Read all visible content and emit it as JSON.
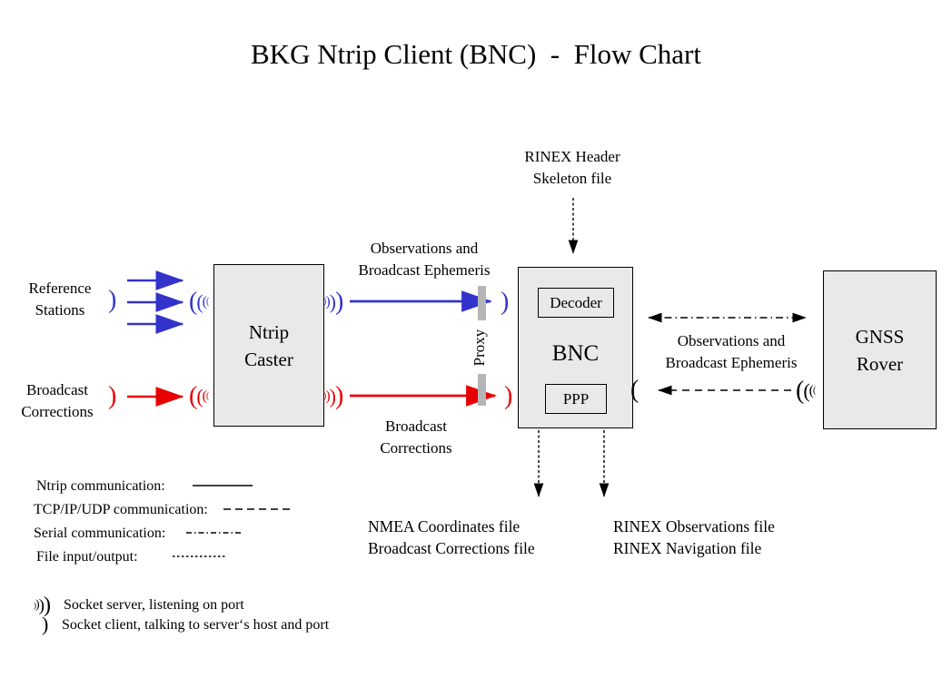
{
  "title": "BKG Ntrip Client (BNC)  -  Flow Chart",
  "nodes": {
    "caster": {
      "line1": "Ntrip",
      "line2": "Caster"
    },
    "bnc": {
      "label": "BNC",
      "decoder": "Decoder",
      "ppp": "PPP"
    },
    "rover": {
      "line1": "GNSS",
      "line2": "Rover"
    }
  },
  "labels": {
    "reference_stations": {
      "line1": "Reference",
      "line2": "Stations"
    },
    "broadcast_corrections_input": {
      "line1": "Broadcast",
      "line2": "Corrections"
    },
    "obs_ephemeris_top": {
      "line1": "Observations and",
      "line2": "Broadcast Ephemeris"
    },
    "broadcast_corrections_mid": {
      "line1": "Broadcast",
      "line2": "Corrections"
    },
    "rinex_header": {
      "line1": "RINEX Header",
      "line2": "Skeleton file"
    },
    "obs_ephemeris_right": {
      "line1": "Observations and",
      "line2": "Broadcast Ephemeris"
    },
    "proxy": "Proxy",
    "nmea_files": {
      "line1": "NMEA Coordinates file",
      "line2": "Broadcast Corrections file"
    },
    "rinex_files": {
      "line1": "RINEX Observations file",
      "line2": "RINEX Navigation file"
    }
  },
  "legend": {
    "ntrip": "Ntrip communication:",
    "tcp": "TCP/IP/UDP communication:",
    "serial": "Serial communication:",
    "file": "File input/output:",
    "socket_server": "Socket server, listening on port",
    "socket_client": "Socket client, talking to server‘s host and port"
  },
  "colors": {
    "ntrip_blue": "#3333cc",
    "corrections_red": "#e60000",
    "line_black": "#000000",
    "node_fill": "#e9e9e9",
    "proxy_bar": "#b5b5b5"
  }
}
